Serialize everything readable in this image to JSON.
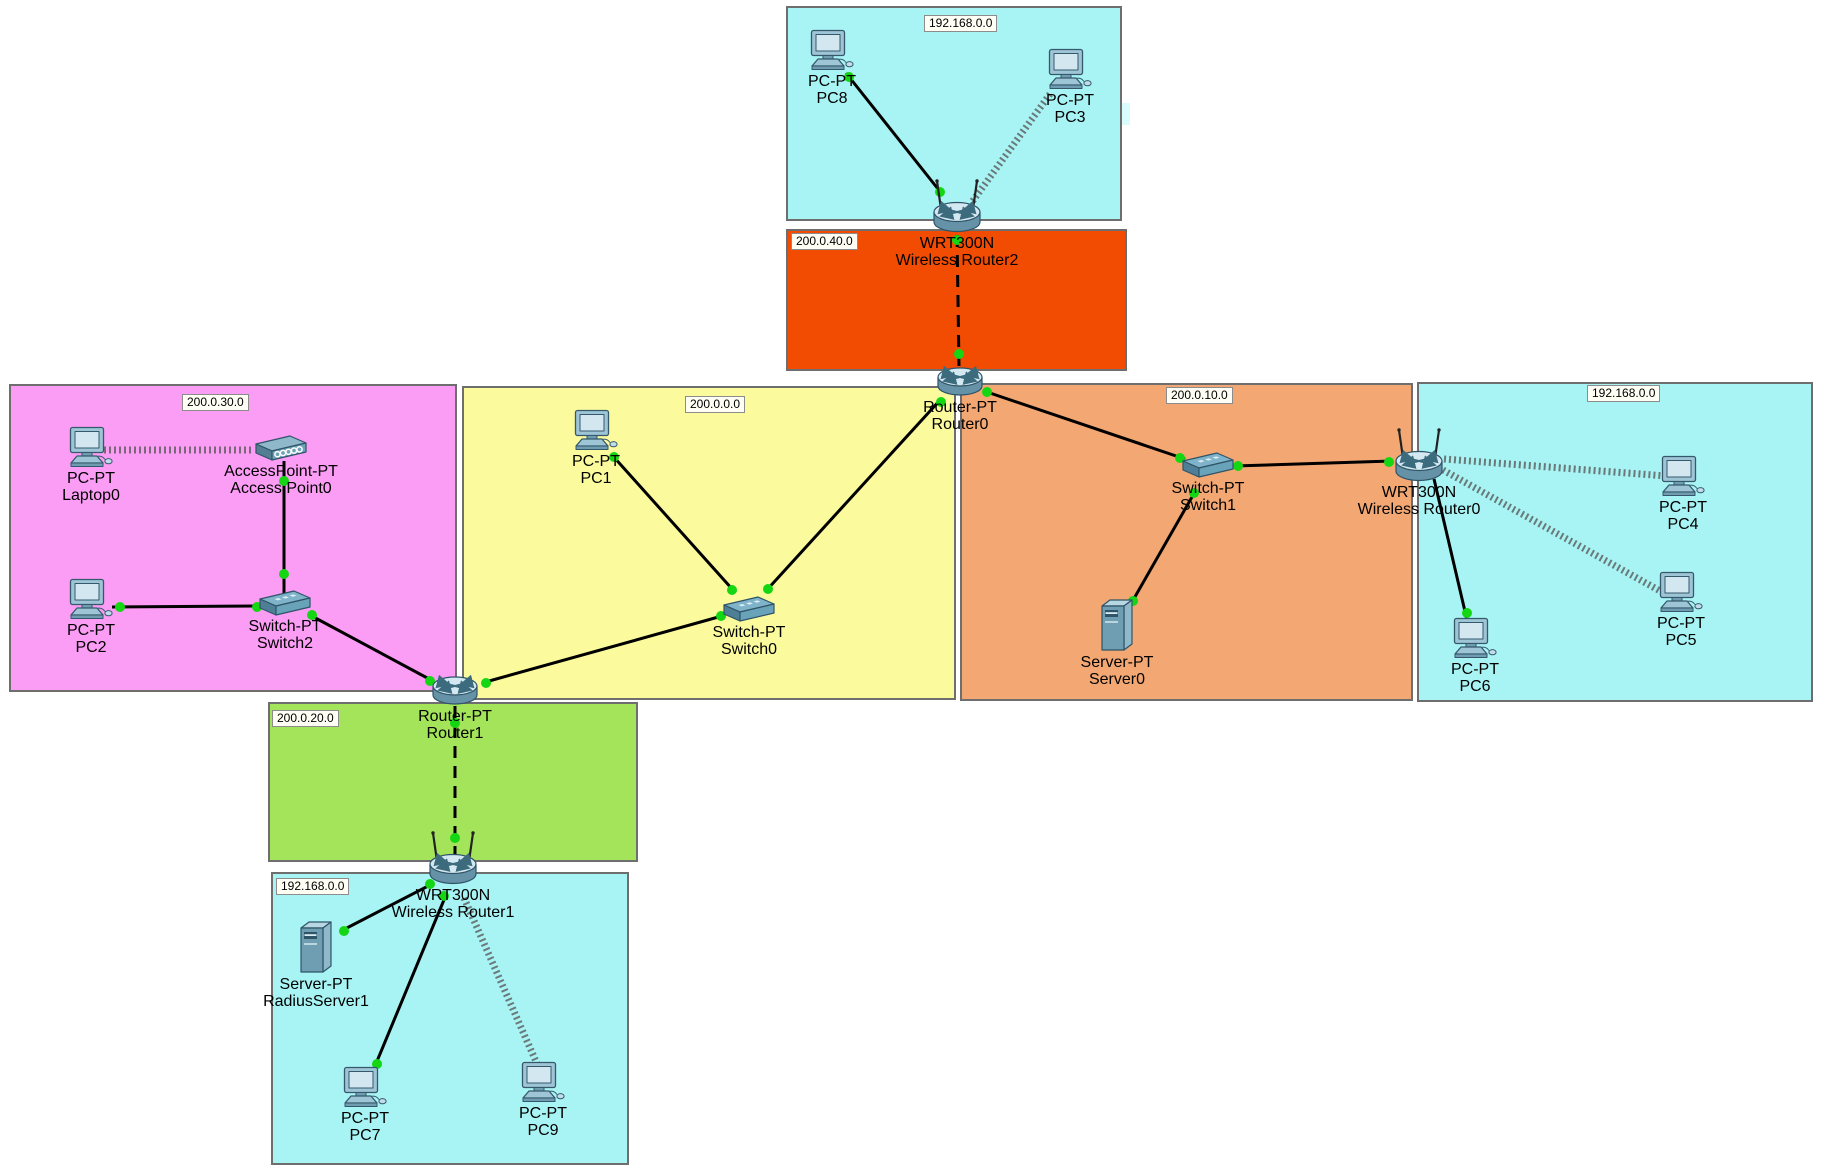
{
  "diagram": {
    "type": "network-topology",
    "regions": [
      {
        "id": "subnet-top",
        "label": "192.168.0.0",
        "color": "#a8f4f4"
      },
      {
        "id": "subnet-wan2",
        "label": "200.0.40.0",
        "color": "#f24b02"
      },
      {
        "id": "subnet-pink",
        "label": "200.0.30.0",
        "color": "#fb9cf5"
      },
      {
        "id": "subnet-yellow",
        "label": "200.0.0.0",
        "color": "#fbfb9e"
      },
      {
        "id": "subnet-salmon",
        "label": "200.0.10.0",
        "color": "#f3a873"
      },
      {
        "id": "subnet-right",
        "label": "192.168.0.0",
        "color": "#a8f4f4"
      },
      {
        "id": "subnet-wan1",
        "label": "200.0.20.0",
        "color": "#a4e45a"
      },
      {
        "id": "subnet-bottom",
        "label": "192.168.0.0",
        "color": "#a8f4f4"
      }
    ],
    "devices": [
      {
        "name": "PC8",
        "model": "PC-PT",
        "icon": "pc-icon"
      },
      {
        "name": "PC3",
        "model": "PC-PT",
        "icon": "pc-icon"
      },
      {
        "name": "Wireless Router2",
        "model": "WRT300N",
        "icon": "wireless-router-icon"
      },
      {
        "name": "Router0",
        "model": "Router-PT",
        "icon": "router-icon"
      },
      {
        "name": "Laptop0",
        "model": "PC-PT",
        "icon": "pc-icon"
      },
      {
        "name": "Access Point0",
        "model": "AccessPoint-PT",
        "icon": "access-point-icon"
      },
      {
        "name": "PC2",
        "model": "PC-PT",
        "icon": "pc-icon"
      },
      {
        "name": "Switch2",
        "model": "Switch-PT",
        "icon": "switch-icon"
      },
      {
        "name": "Router1",
        "model": "Router-PT",
        "icon": "router-icon"
      },
      {
        "name": "PC1",
        "model": "PC-PT",
        "icon": "pc-icon"
      },
      {
        "name": "Switch0",
        "model": "Switch-PT",
        "icon": "switch-icon"
      },
      {
        "name": "Switch1",
        "model": "Switch-PT",
        "icon": "switch-icon"
      },
      {
        "name": "Server0",
        "model": "Server-PT",
        "icon": "server-icon"
      },
      {
        "name": "Wireless Router0",
        "model": "WRT300N",
        "icon": "wireless-router-icon"
      },
      {
        "name": "PC4",
        "model": "PC-PT",
        "icon": "pc-icon"
      },
      {
        "name": "PC5",
        "model": "PC-PT",
        "icon": "pc-icon"
      },
      {
        "name": "PC6",
        "model": "PC-PT",
        "icon": "pc-icon"
      },
      {
        "name": "Wireless Router1",
        "model": "WRT300N",
        "icon": "wireless-router-icon"
      },
      {
        "name": "RadiusServer1",
        "model": "Server-PT",
        "icon": "server-icon"
      },
      {
        "name": "PC7",
        "model": "PC-PT",
        "icon": "pc-icon"
      },
      {
        "name": "PC9",
        "model": "PC-PT",
        "icon": "pc-icon"
      }
    ],
    "links": [
      {
        "from": "PC8",
        "to": "Wireless Router2",
        "type": "ethernet"
      },
      {
        "from": "PC3",
        "to": "Wireless Router2",
        "type": "wireless"
      },
      {
        "from": "Wireless Router2",
        "to": "Router0",
        "type": "serial-dashed"
      },
      {
        "from": "Router0",
        "to": "Switch0",
        "type": "ethernet"
      },
      {
        "from": "Router0",
        "to": "Switch1",
        "type": "ethernet"
      },
      {
        "from": "PC1",
        "to": "Switch0",
        "type": "ethernet"
      },
      {
        "from": "Switch0",
        "to": "Router1",
        "type": "ethernet"
      },
      {
        "from": "Switch2",
        "to": "Router1",
        "type": "ethernet"
      },
      {
        "from": "PC2",
        "to": "Switch2",
        "type": "ethernet"
      },
      {
        "from": "Access Point0",
        "to": "Switch2",
        "type": "ethernet"
      },
      {
        "from": "Laptop0",
        "to": "Access Point0",
        "type": "wireless"
      },
      {
        "from": "Router1",
        "to": "Wireless Router1",
        "type": "serial-dashed"
      },
      {
        "from": "Wireless Router1",
        "to": "RadiusServer1",
        "type": "ethernet"
      },
      {
        "from": "Wireless Router1",
        "to": "PC7",
        "type": "ethernet"
      },
      {
        "from": "Wireless Router1",
        "to": "PC9",
        "type": "wireless"
      },
      {
        "from": "Switch1",
        "to": "Server0",
        "type": "ethernet"
      },
      {
        "from": "Switch1",
        "to": "Wireless Router0",
        "type": "ethernet"
      },
      {
        "from": "Wireless Router0",
        "to": "PC4",
        "type": "wireless"
      },
      {
        "from": "Wireless Router0",
        "to": "PC5",
        "type": "wireless"
      },
      {
        "from": "Wireless Router0",
        "to": "PC6",
        "type": "ethernet"
      }
    ],
    "colors": {
      "canvas": "#ffffff",
      "region_border": "#6e6e6e",
      "ethernet_cable": "#000000",
      "serial_cable": "#000000",
      "wireless_link": "#5a5a5a",
      "link_status_up": "#14d612",
      "label_text": "#000000",
      "chip_bg": "#fffef4"
    }
  }
}
